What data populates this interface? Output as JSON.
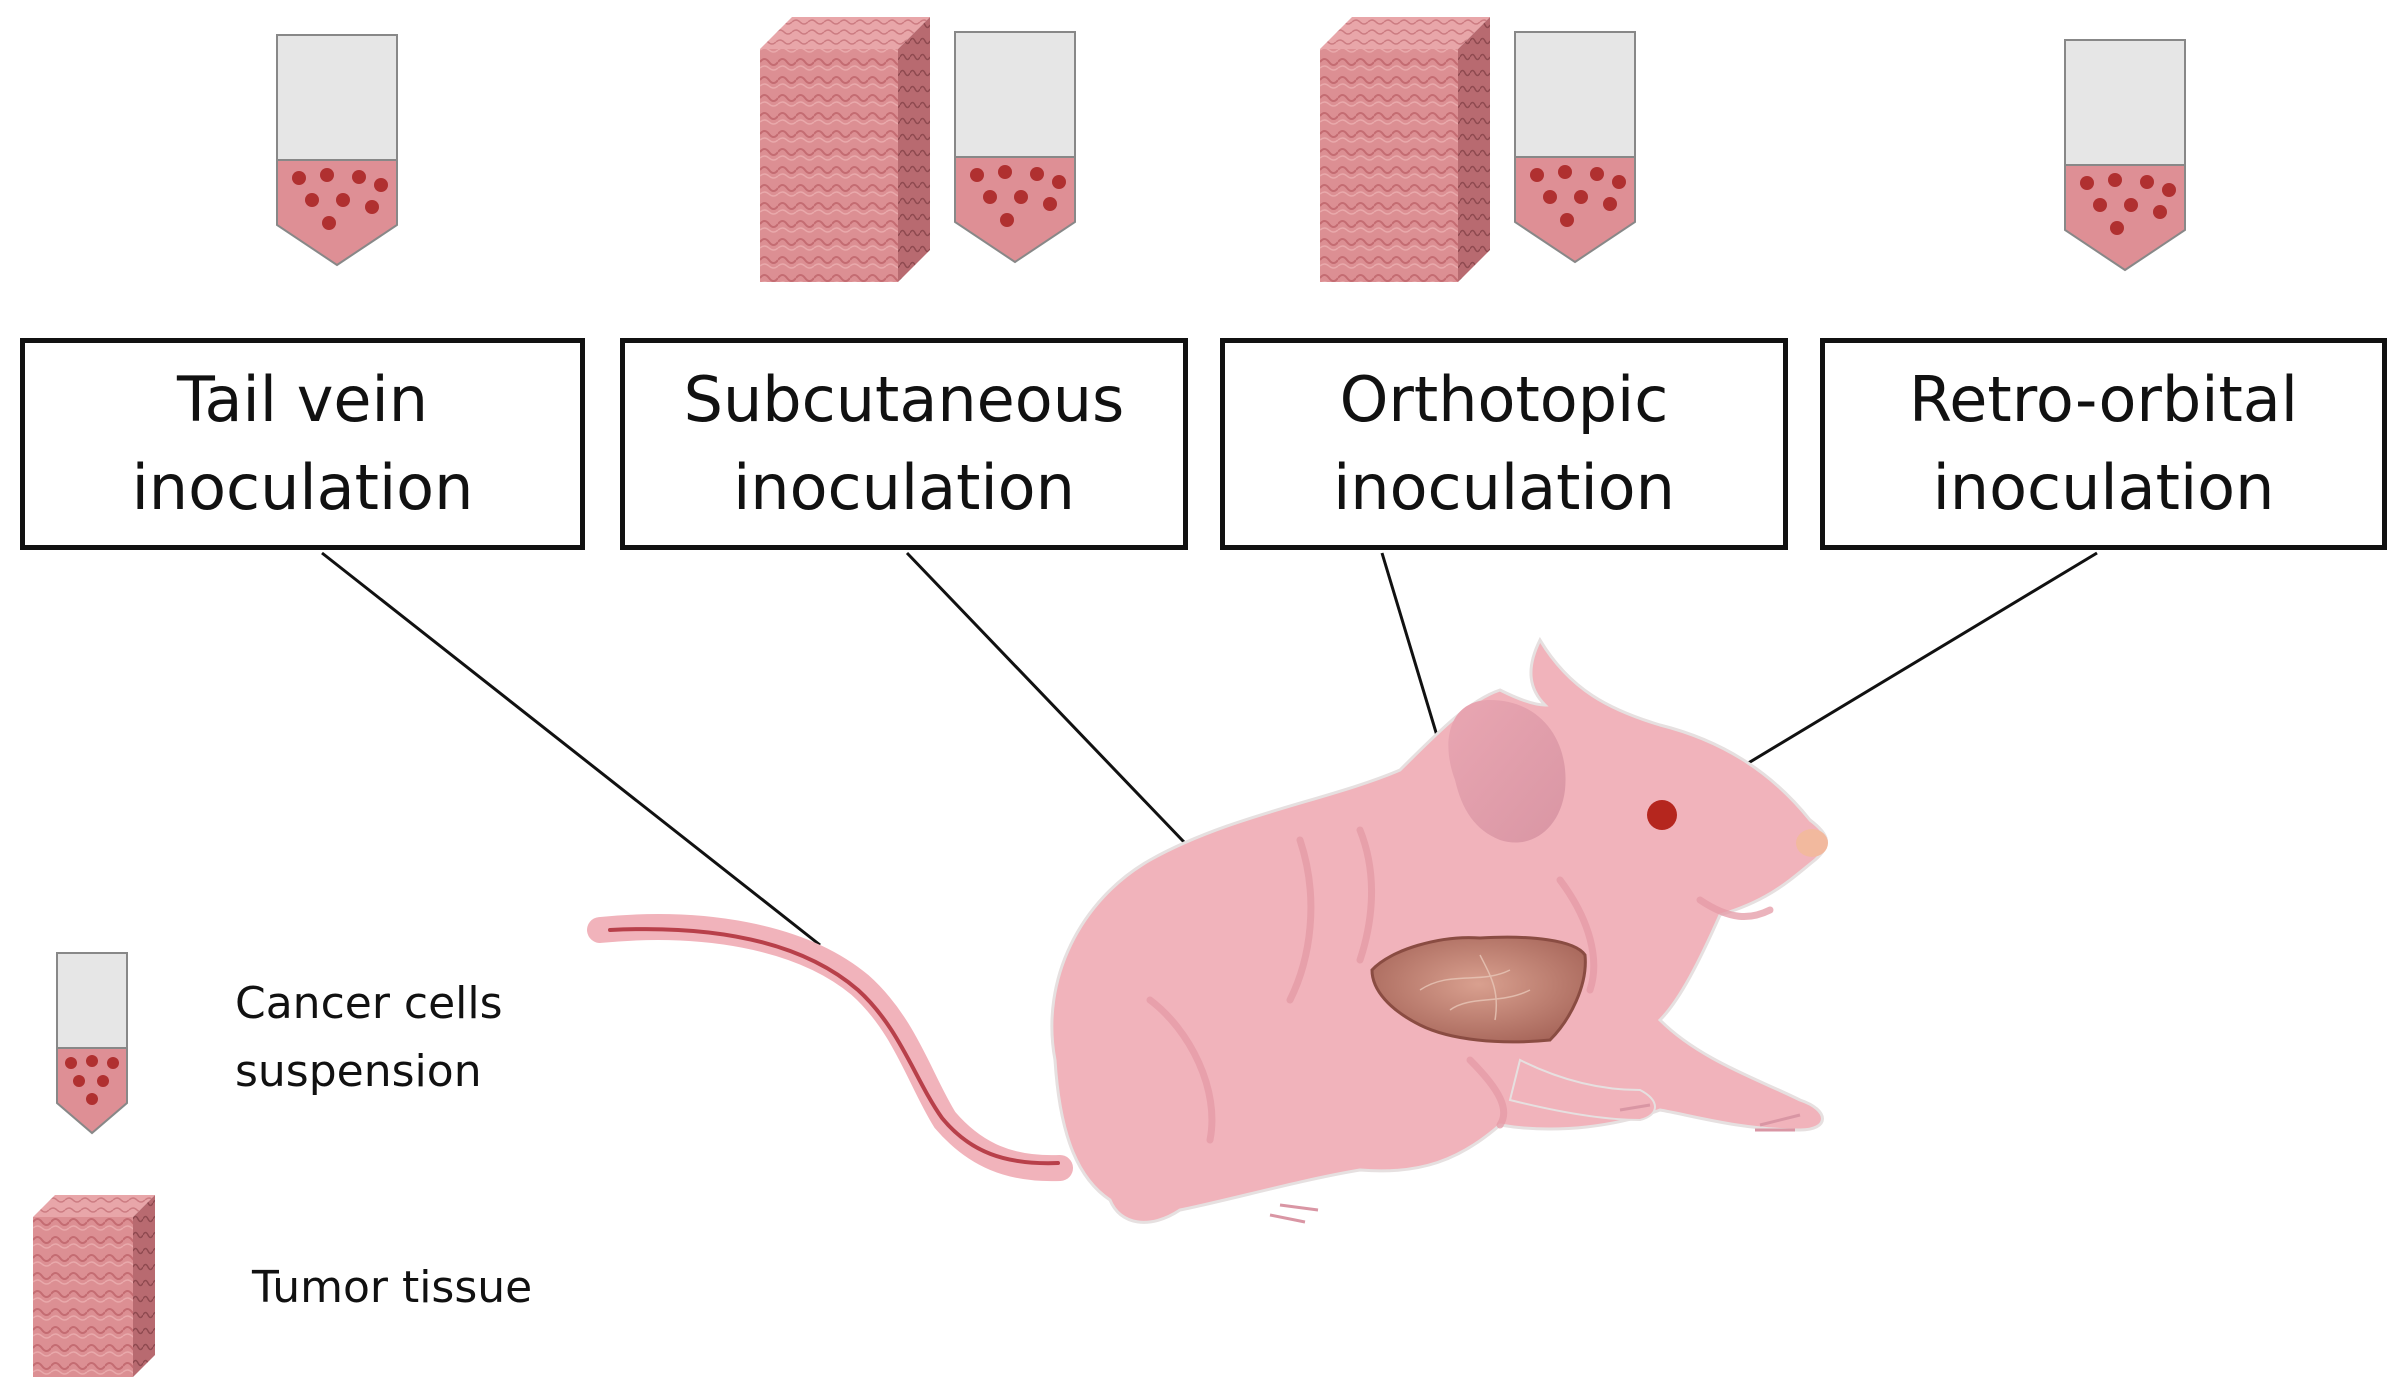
{
  "boxes": [
    {
      "line1": "Tail vein",
      "line2": "inoculation"
    },
    {
      "line1": "Subcutaneous",
      "line2": "inoculation"
    },
    {
      "line1": "Orthotopic",
      "line2": "inoculation"
    },
    {
      "line1": "Retro-orbital",
      "line2": "inoculation"
    }
  ],
  "legend": {
    "cells_line1": "Cancer cells",
    "cells_line2": "suspension",
    "tissue": "Tumor tissue"
  },
  "colors": {
    "mouse": "#f1b3bb",
    "tissue": "#d98a8e",
    "tumor": "#c9877d",
    "eye": "#b5261e",
    "dot": "#b03030",
    "tube_top": "#e6e6e6"
  }
}
